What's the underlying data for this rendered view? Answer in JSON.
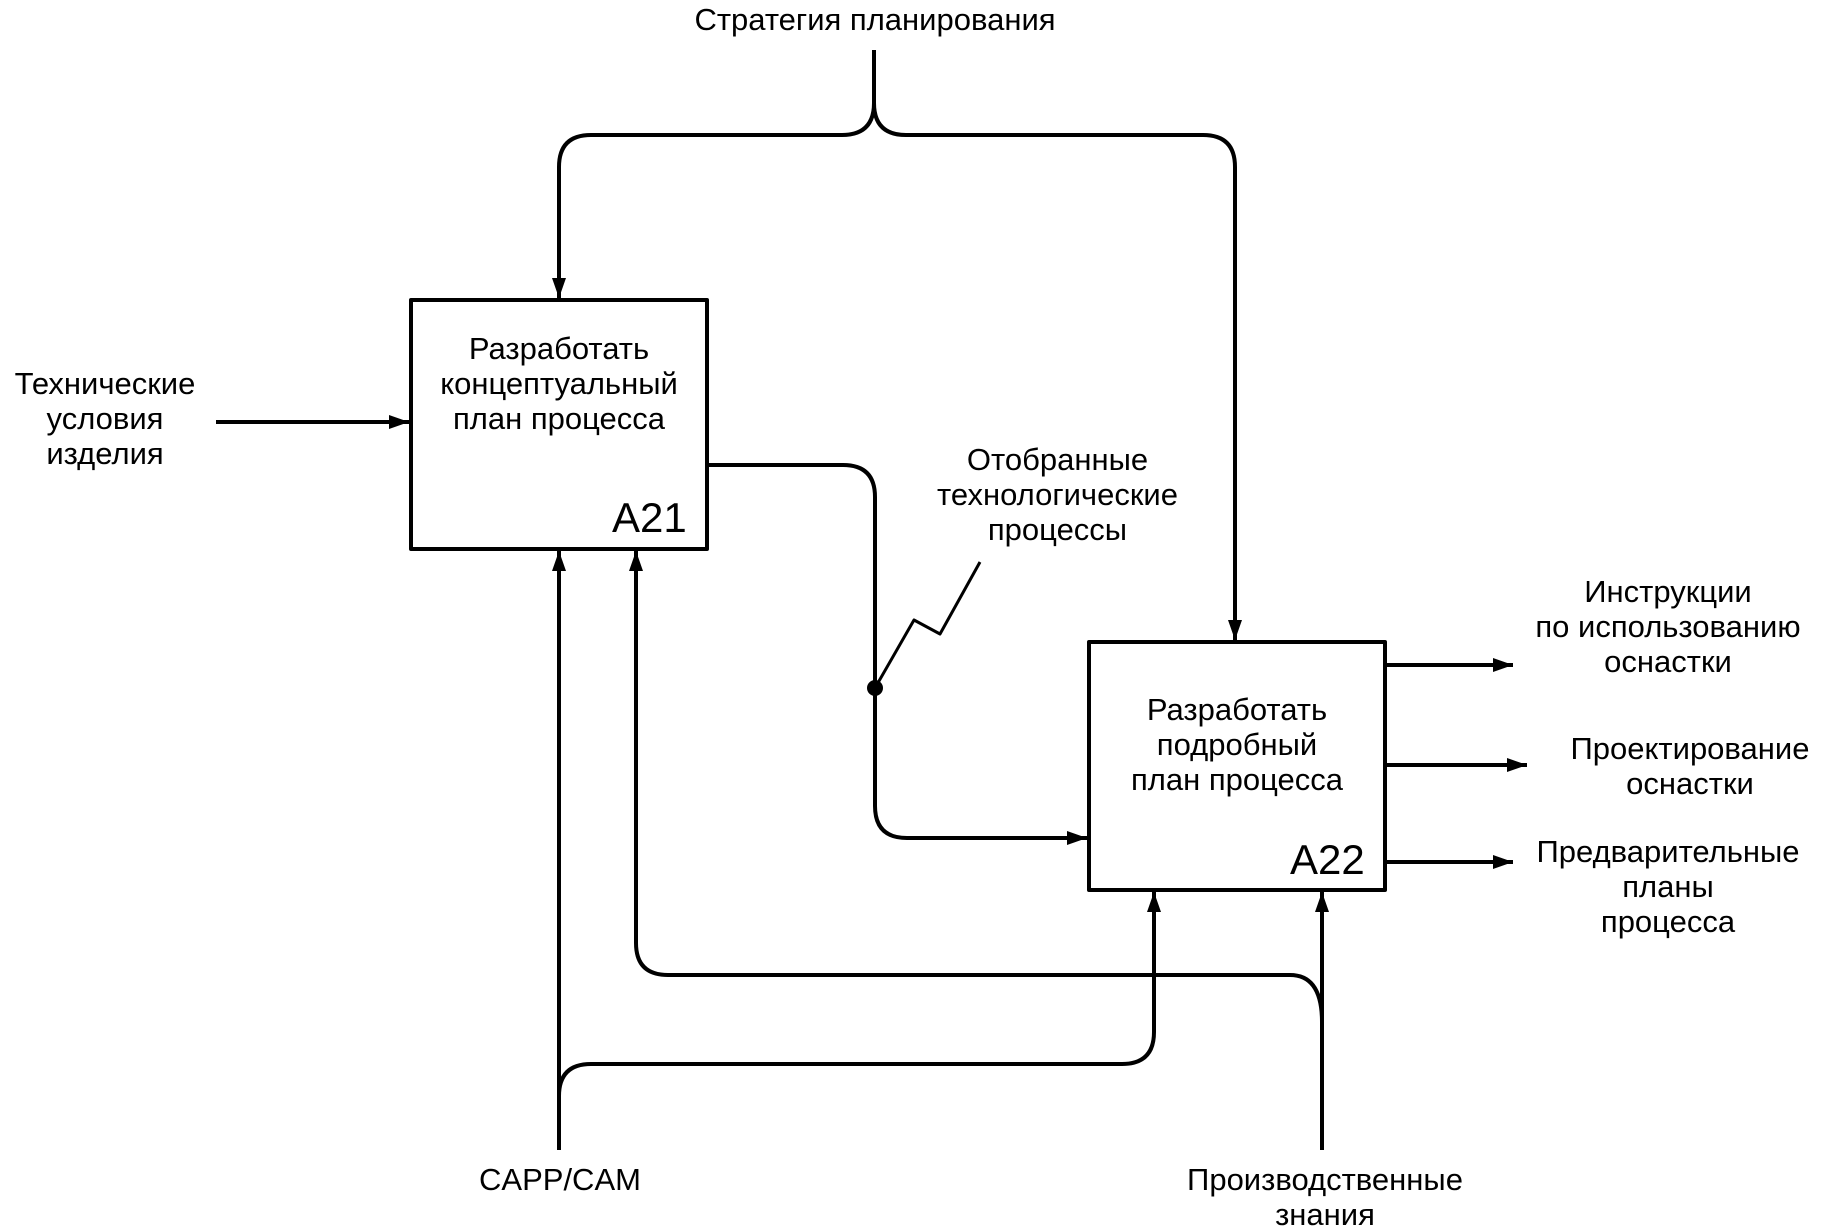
{
  "diagram": {
    "control_top": "Стратегия планирования",
    "input_left": "Технические\nусловия\nизделия",
    "box_a21": {
      "text": "Разработать\nконцептуальный\nплан процесса",
      "code": "A21"
    },
    "box_a22": {
      "text": "Разработать\nподробный\nплан процесса",
      "code": "A22"
    },
    "link_label": "Отобранные\nтехнологические\nпроцессы",
    "outputs": [
      "Инструкции\nпо использованию\nоснастки",
      "Проектирование\nоснастки",
      "Предварительные\nпланы\nпроцесса"
    ],
    "mechanism_left": "CAPP/CAM",
    "mechanism_right": "Производственные\nзнания"
  }
}
